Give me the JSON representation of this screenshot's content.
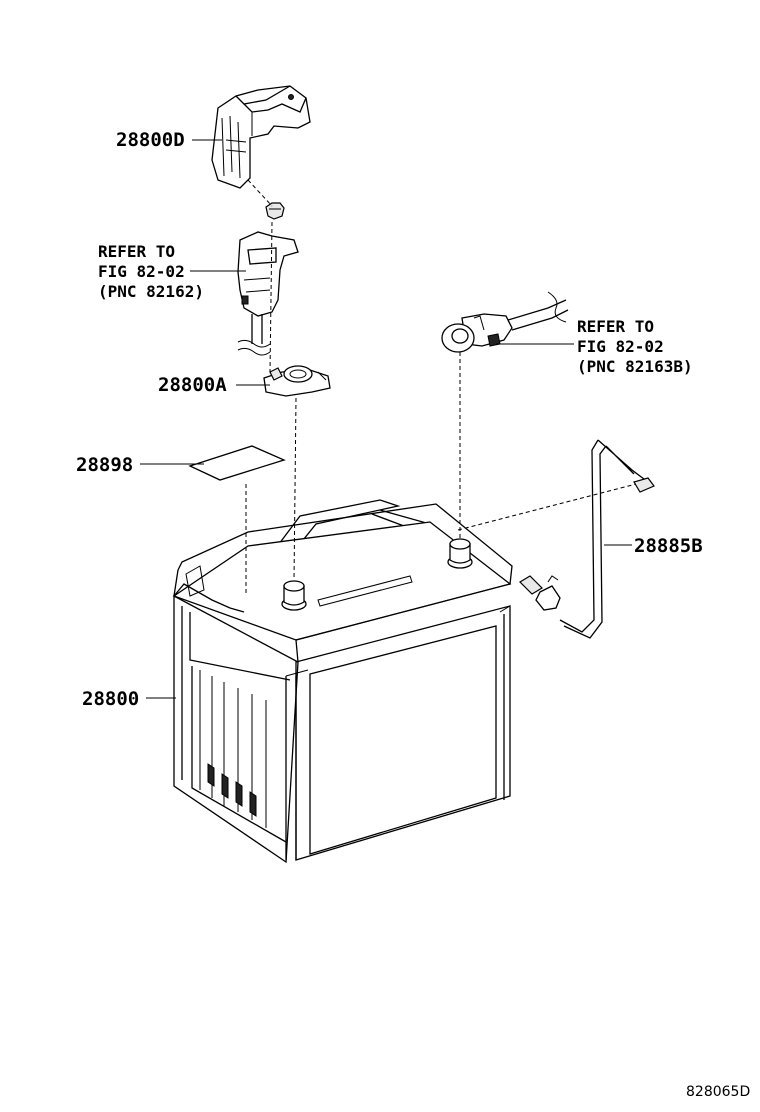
{
  "callouts": {
    "cover": "28800D",
    "terminal": "28800A",
    "label": "28898",
    "hose": "28885B",
    "battery": "28800"
  },
  "refs": {
    "neg": {
      "line1": "REFER TO",
      "line2": "FIG 82-02",
      "line3": "(PNC 82162)"
    },
    "pos": {
      "line1": "REFER TO",
      "line2": "FIG 82-02",
      "line3": "(PNC 82163B)"
    }
  },
  "figure_id": "828065D"
}
